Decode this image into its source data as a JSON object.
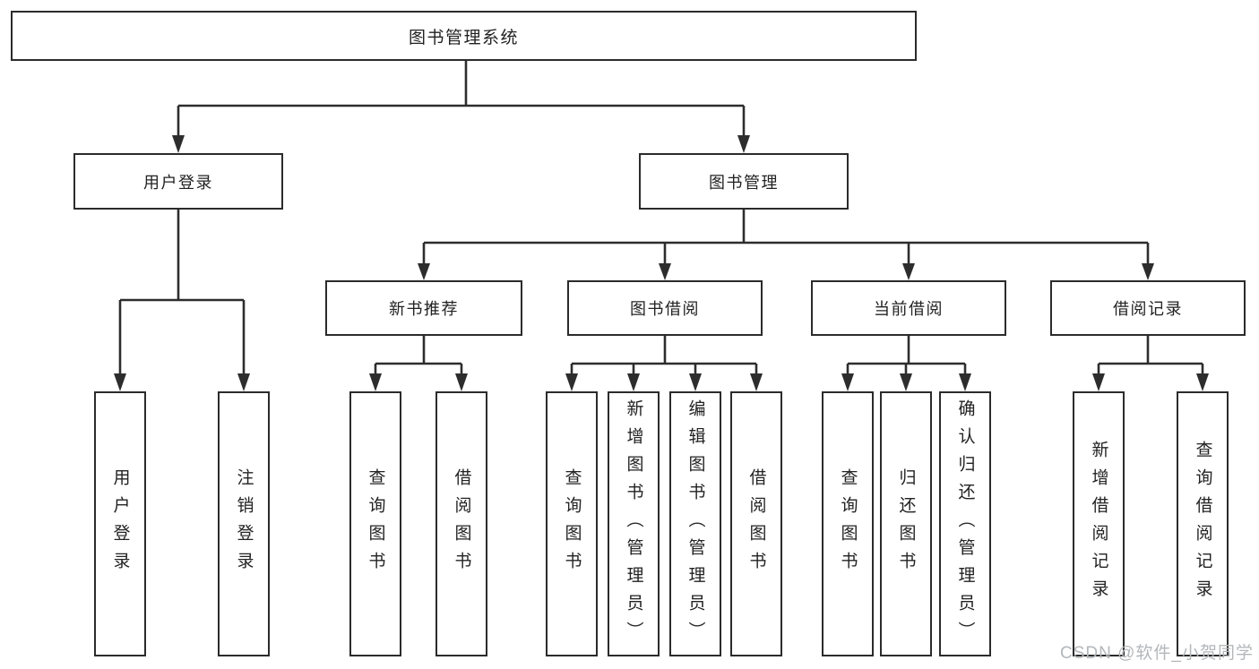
{
  "colors": {
    "line": "#2d2d2d",
    "box_border": "#2b2b2b",
    "text": "#222222",
    "background": "#ffffff",
    "watermark": "#b3b7ba"
  },
  "watermark": {
    "text": "CSDN @软件_小贺同学"
  },
  "tree": {
    "root": {
      "label": "图书管理系统",
      "children": [
        {
          "label": "用户登录",
          "children": [
            {
              "label": "用户登录"
            },
            {
              "label": "注销登录"
            }
          ]
        },
        {
          "label": "图书管理",
          "children": [
            {
              "label": "新书推荐",
              "children": [
                {
                  "label": "查询图书"
                },
                {
                  "label": "借阅图书"
                }
              ]
            },
            {
              "label": "图书借阅",
              "children": [
                {
                  "label": "查询图书"
                },
                {
                  "label": "新增图书（管理员）"
                },
                {
                  "label": "编辑图书（管理员）"
                },
                {
                  "label": "借阅图书"
                }
              ]
            },
            {
              "label": "当前借阅",
              "children": [
                {
                  "label": "查询图书"
                },
                {
                  "label": "归还图书"
                },
                {
                  "label": "确认归还（管理员）"
                }
              ]
            },
            {
              "label": "借阅记录",
              "children": [
                {
                  "label": "新增借阅记录"
                },
                {
                  "label": "查询借阅记录"
                }
              ]
            }
          ]
        }
      ]
    }
  }
}
